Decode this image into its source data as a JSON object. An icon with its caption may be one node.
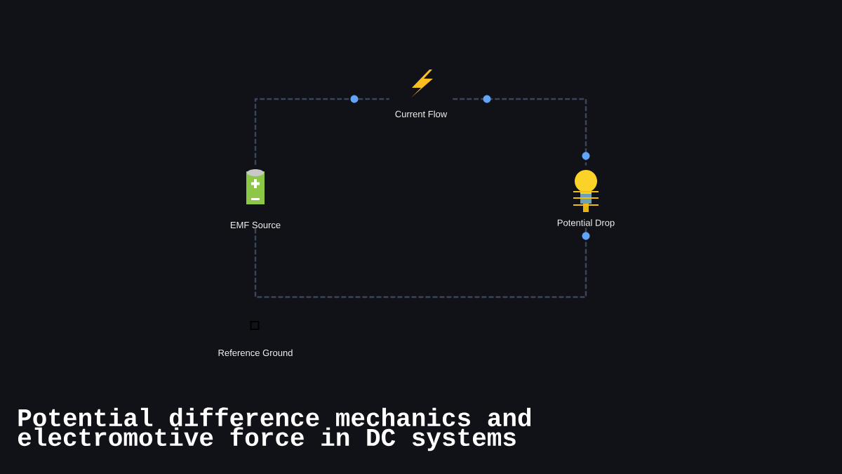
{
  "diagram": {
    "title": "Potential difference mechanics and electromotive force in DC systems",
    "nodes": [
      {
        "text": [
          "Current Flow"
        ]
      },
      {
        "text": [
          "EMF Source"
        ]
      },
      {
        "text": [
          "Potential Drop"
        ]
      },
      {
        "text": [
          "Reference Ground"
        ]
      }
    ],
    "edges": [
      {
        "from": 1,
        "to": 0,
        "arrow": "none",
        "style": "dashed"
      },
      {
        "from": 0,
        "to": 2,
        "arrow": "none",
        "style": "dashed"
      },
      {
        "from": 2,
        "to": 1,
        "arrow": "none",
        "style": "dashed"
      }
    ]
  }
}
